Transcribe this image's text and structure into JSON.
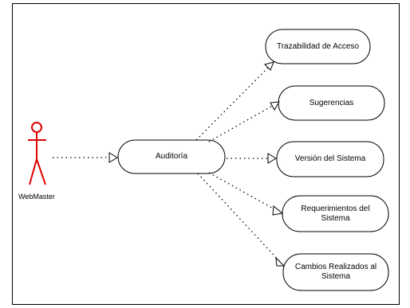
{
  "actor": {
    "name": "WebMaster",
    "color": "#e00000"
  },
  "use_cases": {
    "main": "Auditoría",
    "trazabilidad": "Trazabilidad de Acceso",
    "sugerencias": "Sugerencias",
    "version": "Versión del Sistema",
    "requerimientos": "Requerimientos del Sistema",
    "cambios": "Cambios Realizados al Sistema"
  }
}
